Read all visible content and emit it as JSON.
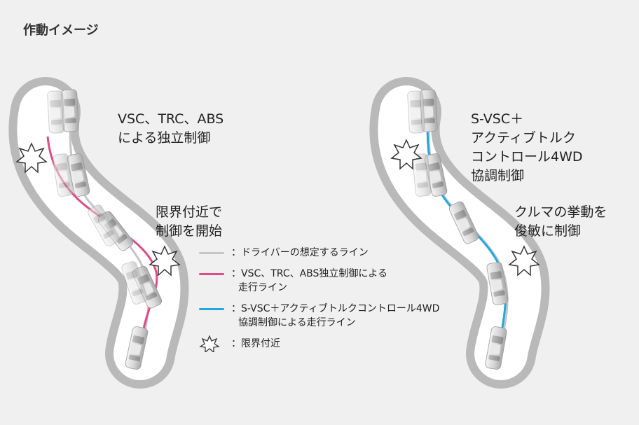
{
  "title": "作動イメージ",
  "left": {
    "caption": [
      "VSC、TRC、ABS",
      "による独立制御"
    ],
    "annotation": [
      "限界付近で",
      "制御を開始"
    ]
  },
  "right": {
    "caption": [
      "S-VSC＋",
      "アクティブトルク",
      "コントロール4WD",
      "協調制御"
    ],
    "annotation": [
      "クルマの挙動を",
      "俊敏に制御"
    ]
  },
  "legend": [
    {
      "marker": "line",
      "color": "#c6c6c6",
      "lines": [
        "：ドライバーの想定するライン"
      ]
    },
    {
      "marker": "line",
      "color": "#e04b86",
      "lines": [
        "：VSC、TRC、ABS独立制御による",
        "走行ライン"
      ]
    },
    {
      "marker": "line",
      "color": "#1fa8e0",
      "lines": [
        "：S-VSC＋アクティブトルクコントロール4WD",
        "協調制御による走行ライン"
      ]
    },
    {
      "marker": "star",
      "icon": "starburst-icon",
      "lines": [
        "：限界付近"
      ]
    }
  ],
  "colors": {
    "background": "#f0f0f0",
    "road": "#ffffff",
    "road_edge": "#b9b9b9",
    "driver_line": "#c6c6c6",
    "independent_line": "#e04b86",
    "cooperative_line": "#1fa8e0",
    "car_body": "#d9d9d9"
  }
}
